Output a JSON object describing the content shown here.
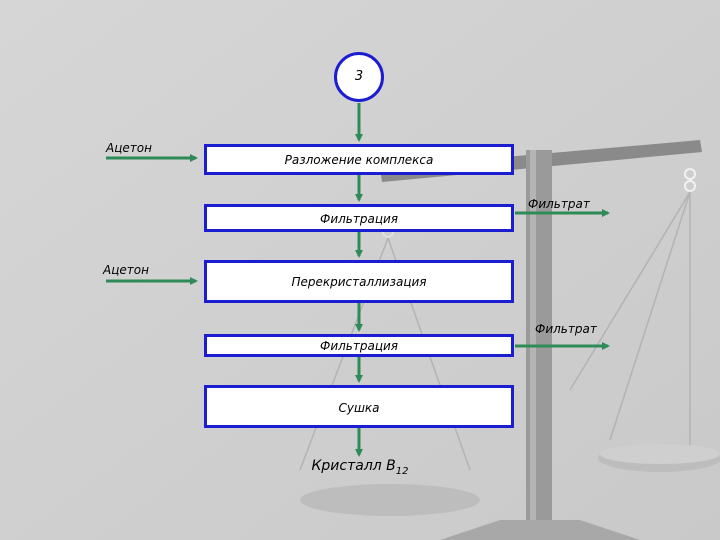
{
  "diagram": {
    "step_number": "3",
    "process_steps": [
      {
        "id": "step-decomposition",
        "label": "Разложение комплекса"
      },
      {
        "id": "step-filtration-1",
        "label": "Фильтрация"
      },
      {
        "id": "step-recrystallization",
        "label": "Перекристаллизация"
      },
      {
        "id": "step-filtration-2",
        "label": "Фильтрация"
      },
      {
        "id": "step-drying",
        "label": "Сушка"
      }
    ],
    "inputs": [
      {
        "label": "Ацетон",
        "target": "step-decomposition"
      },
      {
        "label": "Ацетон",
        "target": "step-recrystallization"
      }
    ],
    "outputs": [
      {
        "label": "Фильтрат",
        "source": "step-filtration-1"
      },
      {
        "label": "Фильтрат",
        "source": "step-filtration-2"
      }
    ],
    "product": {
      "label": "Кристалл B",
      "subscript": "12"
    },
    "colors": {
      "box_border": "#1c1cd0",
      "arrow": "#2e8b57",
      "background": "#d9d9d9"
    }
  }
}
